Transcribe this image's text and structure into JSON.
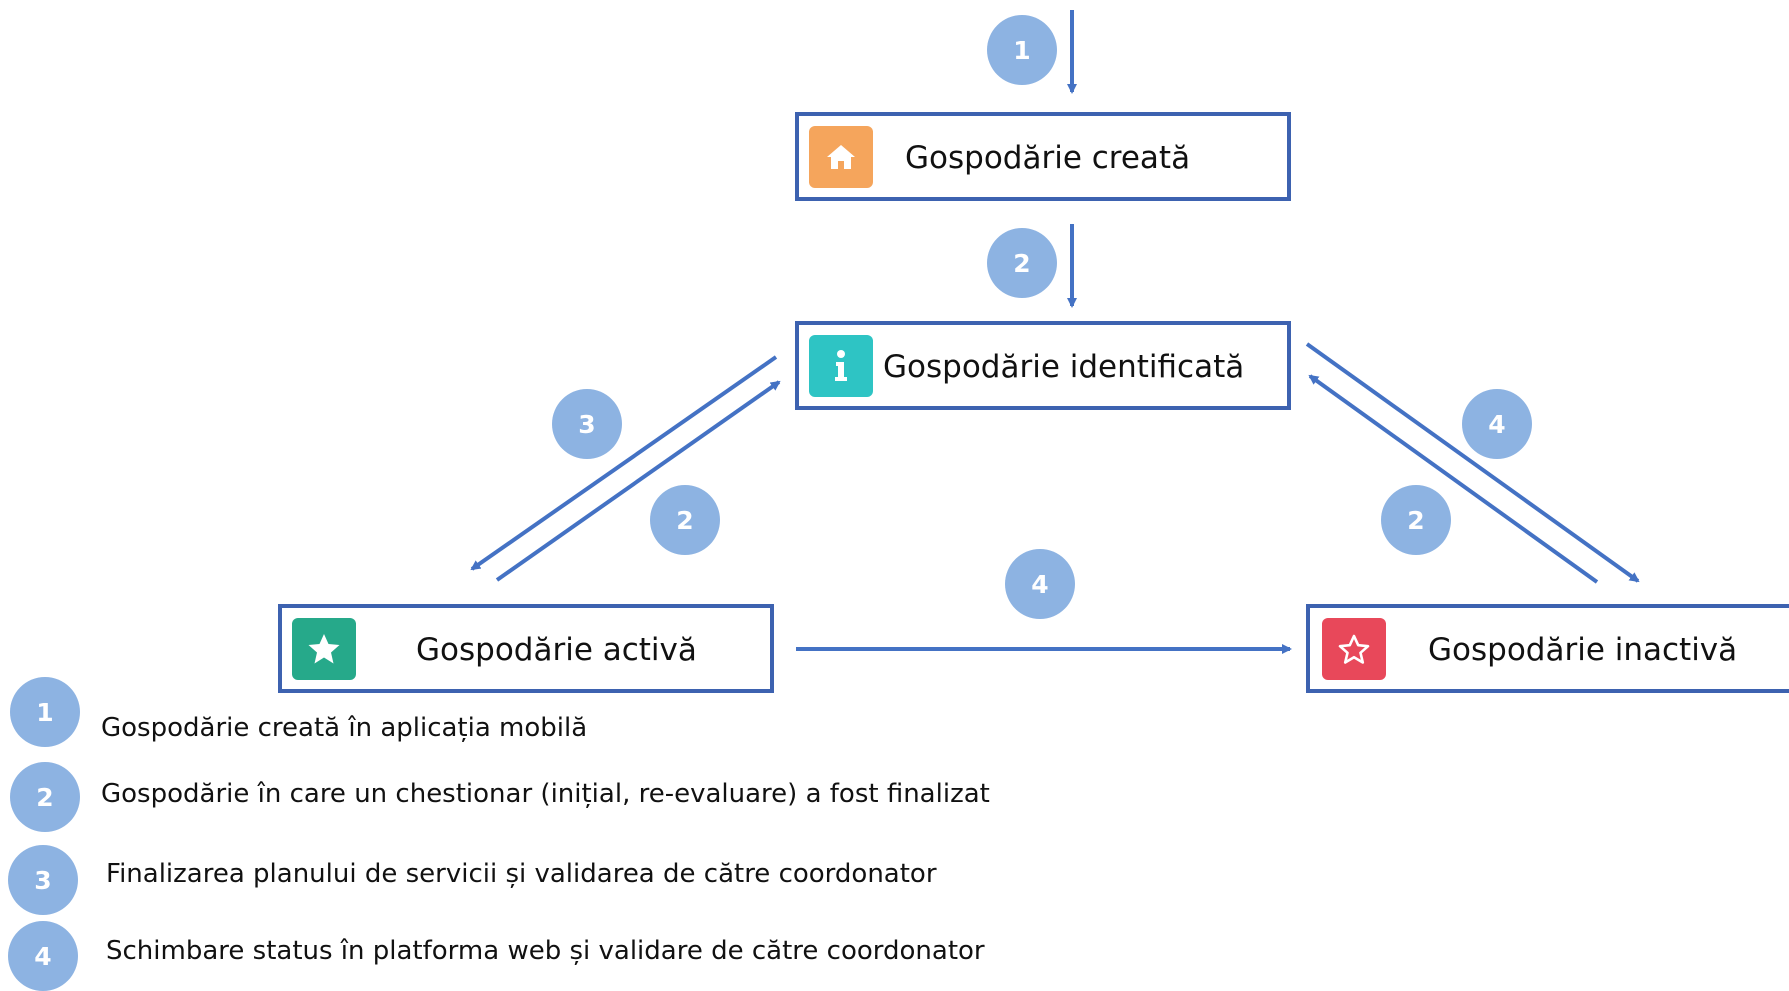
{
  "states": {
    "created": {
      "label": "Gospodărie creată",
      "icon": "home-icon",
      "color": "#f5a55c"
    },
    "identified": {
      "label": "Gospodărie identificată",
      "icon": "info-icon",
      "color": "#2ec4c4"
    },
    "active": {
      "label": "Gospodărie activă",
      "icon": "star-filled-icon",
      "color": "#26a98a"
    },
    "inactive": {
      "label": "Gospodărie inactivă",
      "icon": "star-outline-icon",
      "color": "#e8485a"
    }
  },
  "transitions": {
    "entry": "1",
    "created_to_identified": "2",
    "identified_to_active": "3",
    "active_to_identified": "2",
    "identified_to_inactive": "4",
    "inactive_to_identified": "2",
    "active_to_inactive": "4"
  },
  "legend": [
    {
      "number": "1",
      "text": "Gospodărie creată în aplicația mobilă"
    },
    {
      "number": "2",
      "text": "Gospodărie în care un chestionar (inițial, re-evaluare) a fost finalizat"
    },
    {
      "number": "3",
      "text": "Finalizarea planului de servicii și validarea de către coordonator"
    },
    {
      "number": "4",
      "text": "Schimbare status în platforma web și validare de către coordonator"
    }
  ],
  "colors": {
    "box_border": "#3d62b0",
    "arrow": "#4472c4",
    "badge": "#8db3e2"
  }
}
